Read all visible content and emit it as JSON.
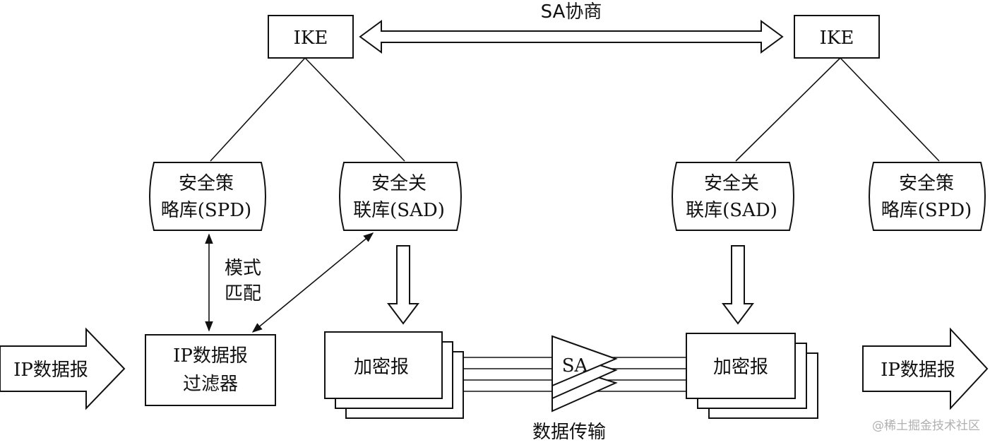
{
  "sa_negotiation": "SA协商",
  "ike_left": "IKE",
  "ike_right": "IKE",
  "spd_left": [
    "安全策",
    "略库(SPD)"
  ],
  "sad_left": [
    "安全关",
    "联库(SAD)"
  ],
  "sad_right": [
    "安全关",
    "联库(SAD)"
  ],
  "spd_right": [
    "安全策",
    "略库(SPD)"
  ],
  "pattern_match": [
    "模式",
    "匹配"
  ],
  "ip_in": "IP数据报",
  "filter": [
    "IP数据报",
    "过滤器"
  ],
  "encrypt_left": "加密报",
  "sa": "SA",
  "encrypt_right": "加密报",
  "ip_out": "IP数据报",
  "data_transfer": "数据传输",
  "watermark": "@稀土掘金技术社区"
}
